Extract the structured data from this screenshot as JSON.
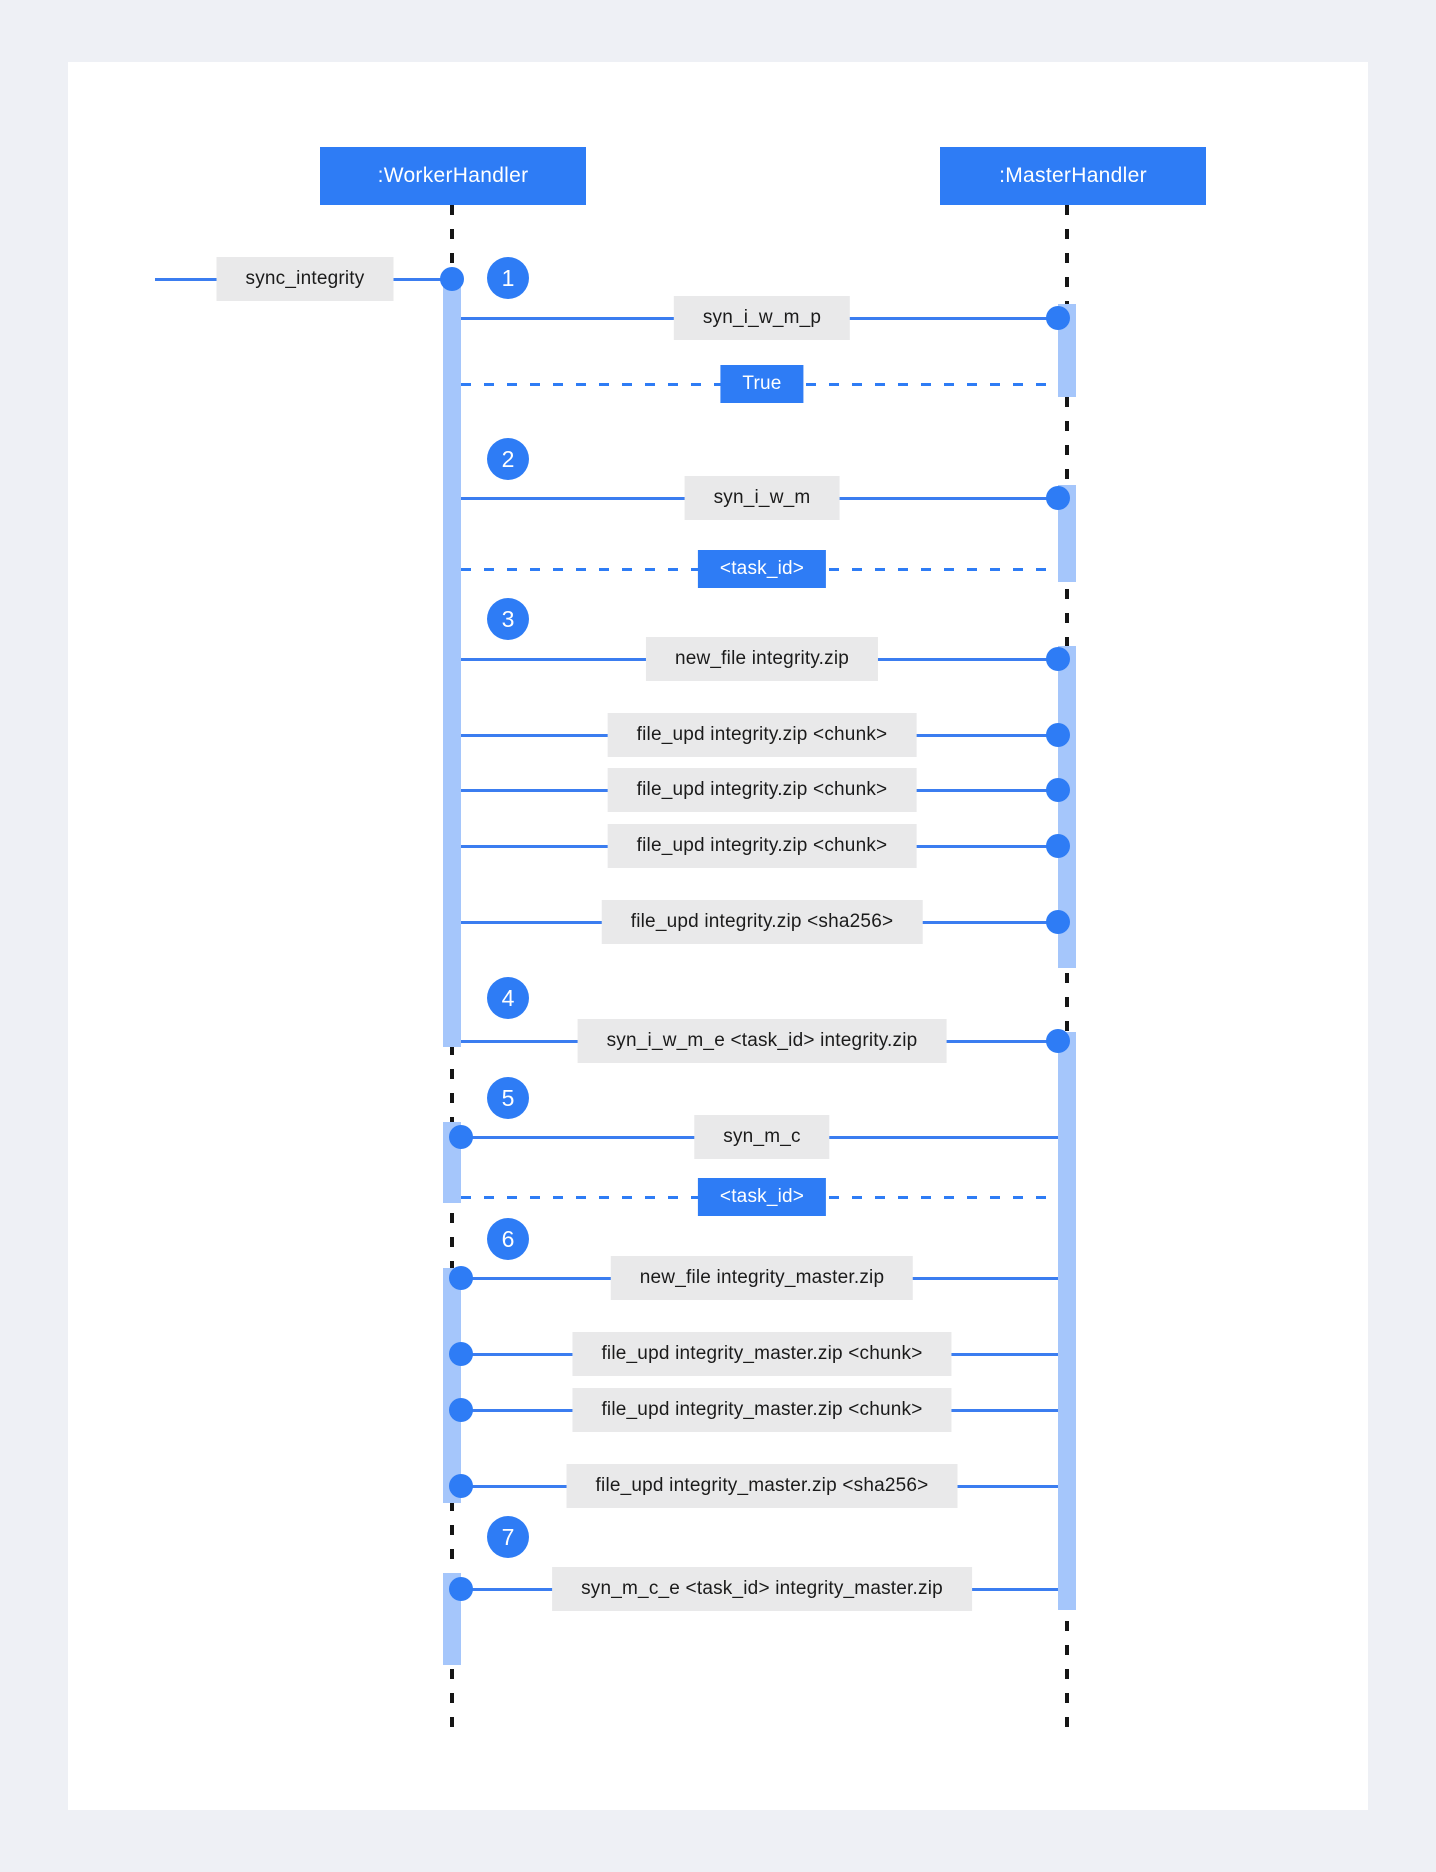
{
  "diagram": {
    "actors": [
      {
        "label": ":WorkerHandler"
      },
      {
        "label": ":MasterHandler"
      }
    ],
    "found_message": {
      "label": "sync_integrity"
    },
    "steps": [
      {
        "n": "1"
      },
      {
        "n": "2"
      },
      {
        "n": "3"
      },
      {
        "n": "4"
      },
      {
        "n": "5"
      },
      {
        "n": "6"
      },
      {
        "n": "7"
      }
    ],
    "calls": [
      {
        "label": "syn_i_w_m_p",
        "from": "worker",
        "to": "master"
      },
      {
        "label": "syn_i_w_m",
        "from": "worker",
        "to": "master"
      },
      {
        "label": "new_file integrity.zip",
        "from": "worker",
        "to": "master"
      },
      {
        "label": "file_upd integrity.zip <chunk>",
        "from": "worker",
        "to": "master"
      },
      {
        "label": "file_upd integrity.zip <chunk>",
        "from": "worker",
        "to": "master"
      },
      {
        "label": "file_upd integrity.zip <chunk>",
        "from": "worker",
        "to": "master"
      },
      {
        "label": "file_upd integrity.zip <sha256>",
        "from": "worker",
        "to": "master"
      },
      {
        "label": "syn_i_w_m_e <task_id> integrity.zip",
        "from": "worker",
        "to": "master"
      },
      {
        "label": "syn_m_c",
        "from": "master",
        "to": "worker"
      },
      {
        "label": "new_file integrity_master.zip",
        "from": "master",
        "to": "worker"
      },
      {
        "label": "file_upd integrity_master.zip <chunk>",
        "from": "master",
        "to": "worker"
      },
      {
        "label": "file_upd integrity_master.zip <chunk>",
        "from": "master",
        "to": "worker"
      },
      {
        "label": "file_upd integrity_master.zip <sha256>",
        "from": "master",
        "to": "worker"
      },
      {
        "label": "syn_m_c_e <task_id> integrity_master.zip",
        "from": "master",
        "to": "worker"
      }
    ],
    "returns": [
      {
        "label": "True"
      },
      {
        "label": "<task_id>"
      },
      {
        "label": "<task_id>"
      }
    ],
    "colors": {
      "primary_blue": "#2e7cf5",
      "activation_blue": "#a5c6fb",
      "label_gray": "#e9e9ea",
      "lifeline_black": "#151515",
      "card_white": "#ffffff",
      "page_background": "#eef0f5"
    }
  }
}
